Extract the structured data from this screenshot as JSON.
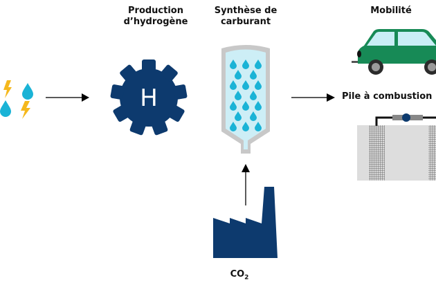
{
  "diagram": {
    "stages": {
      "hydrogen": {
        "title_line1": "Production",
        "title_line2": "d’hydrogène",
        "gear_letter": "H"
      },
      "synthesis": {
        "title_line1": "Synthèse de",
        "title_line2": "carburant"
      },
      "mobility": {
        "title": "Mobilité"
      },
      "fuel_cell": {
        "title": "Pile à combustion"
      },
      "co2": {
        "label_main": "CO",
        "label_sub": "2"
      }
    },
    "inputs": {
      "icons": [
        "lightning-icon",
        "water-drop-icon",
        "water-drop-icon",
        "lightning-icon"
      ]
    },
    "colors": {
      "navy": "#0d3a6e",
      "water": "#1ab3d6",
      "lightning": "#f5b81c",
      "reactor_fill": "#cdeef6",
      "reactor_wall": "#c8c8c8",
      "car": "#178a56",
      "car_window": "#c9eef6",
      "tire": "#2b2b2b",
      "hubcap": "#9a9a9a"
    }
  }
}
